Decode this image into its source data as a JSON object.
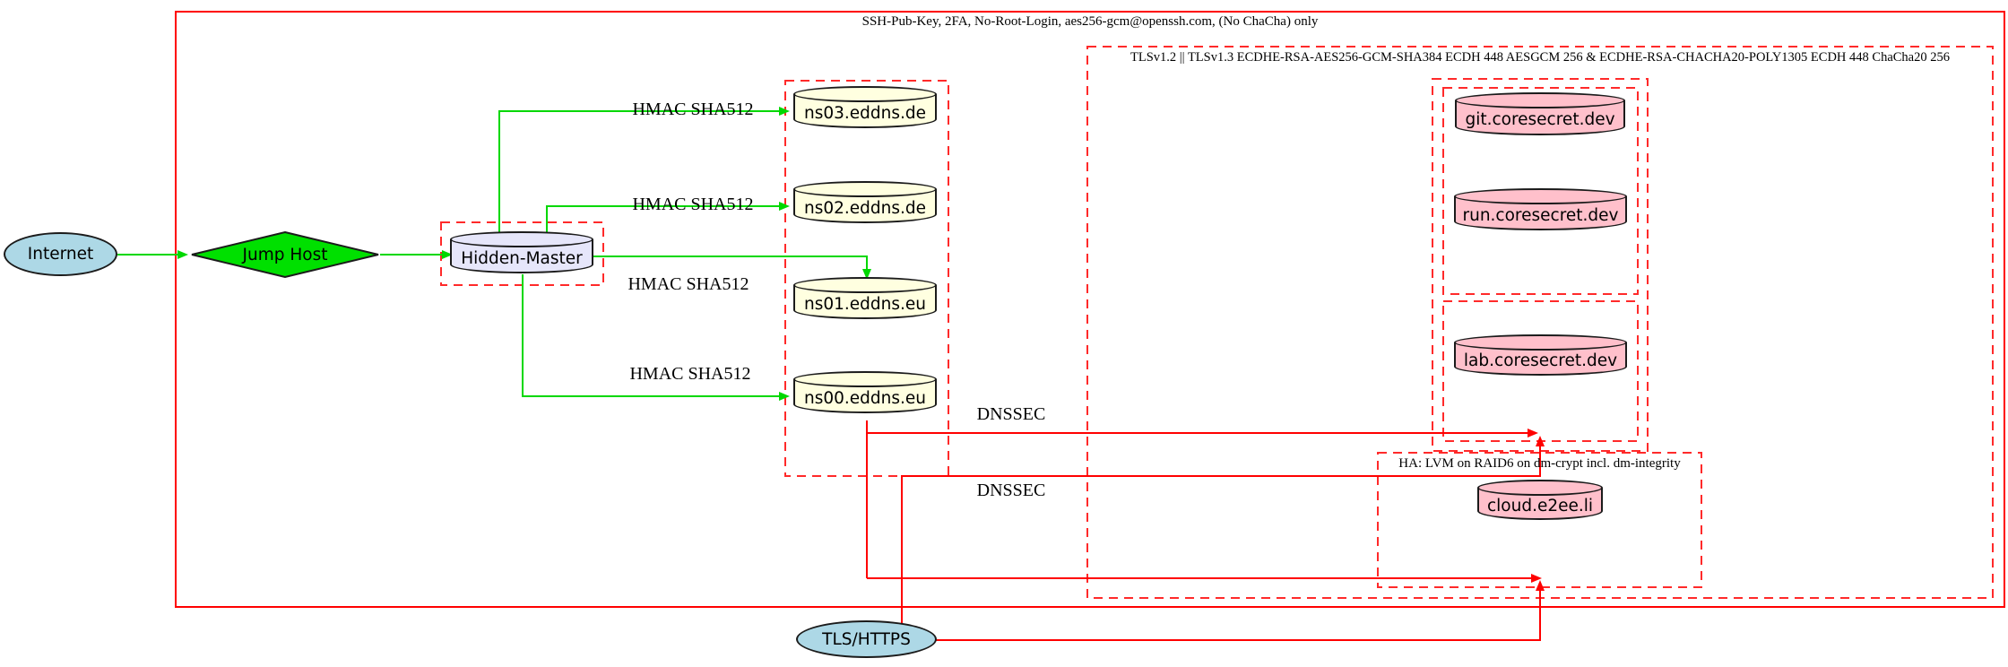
{
  "diagram": {
    "clusters": {
      "ssh": {
        "label": "SSH-Pub-Key, 2FA, No-Root-Login, aes256-gcm@openssh.com, (No ChaCha) only",
        "border": "solid-red"
      },
      "tls": {
        "label": "TLSv1.2 || TLSv1.3 ECDHE-RSA-AES256-GCM-SHA384 ECDH 448 AESGCM 256 & ECDHE-RSA-CHACHA20-POLY1305 ECDH 448 ChaCha20 256",
        "border": "dashed-red"
      },
      "hidden_master_box": {
        "label": "",
        "border": "dashed-red"
      },
      "nameserver_box": {
        "label": "",
        "border": "dashed-red"
      },
      "coresecret_outer": {
        "label": "",
        "border": "dashed-red"
      },
      "coresecret_git_run": {
        "label": "",
        "border": "dashed-red"
      },
      "coresecret_lab": {
        "label": "",
        "border": "dashed-red"
      },
      "ha": {
        "label": "HA: LVM on RAID6 on dm-crypt incl. dm-integrity",
        "border": "dashed-red"
      }
    },
    "nodes": {
      "internet": {
        "label": "Internet",
        "shape": "ellipse",
        "fill": "#add8e6"
      },
      "jump_host": {
        "label": "Jump Host",
        "shape": "diamond",
        "fill": "#00e000"
      },
      "hidden_master": {
        "label": "Hidden-Master",
        "shape": "cylinder",
        "fill": "#e6e6fa"
      },
      "ns03": {
        "label": "ns03.eddns.de",
        "shape": "cylinder",
        "fill": "#ffffe0"
      },
      "ns02": {
        "label": "ns02.eddns.de",
        "shape": "cylinder",
        "fill": "#ffffe0"
      },
      "ns01": {
        "label": "ns01.eddns.eu",
        "shape": "cylinder",
        "fill": "#ffffe0"
      },
      "ns00": {
        "label": "ns00.eddns.eu",
        "shape": "cylinder",
        "fill": "#ffffe0"
      },
      "git": {
        "label": "git.coresecret.dev",
        "shape": "cylinder",
        "fill": "#ffc0cb"
      },
      "run": {
        "label": "run.coresecret.dev",
        "shape": "cylinder",
        "fill": "#ffc0cb"
      },
      "lab": {
        "label": "lab.coresecret.dev",
        "shape": "cylinder",
        "fill": "#ffc0cb"
      },
      "cloud": {
        "label": "cloud.e2ee.li",
        "shape": "cylinder",
        "fill": "#ffc0cb"
      },
      "tls_https": {
        "label": "TLS/HTTPS",
        "shape": "ellipse",
        "fill": "#add8e6"
      }
    },
    "edge_labels": {
      "hmac1": "HMAC SHA512",
      "hmac2": "HMAC SHA512",
      "hmac3": "HMAC SHA512",
      "hmac4": "HMAC SHA512",
      "dnssec1": "DNSSEC",
      "dnssec2": "DNSSEC"
    },
    "edges": [
      {
        "from": "internet",
        "to": "jump_host",
        "color": "green",
        "label": ""
      },
      {
        "from": "jump_host",
        "to": "hidden_master_box",
        "color": "green",
        "label": ""
      },
      {
        "from": "hidden_master",
        "to": "ns03",
        "color": "green",
        "label": "HMAC SHA512"
      },
      {
        "from": "hidden_master",
        "to": "ns02",
        "color": "green",
        "label": "HMAC SHA512"
      },
      {
        "from": "hidden_master",
        "to": "ns01",
        "color": "green",
        "label": "HMAC SHA512"
      },
      {
        "from": "hidden_master",
        "to": "ns00",
        "color": "green",
        "label": "HMAC SHA512"
      },
      {
        "from": "ns00",
        "to": "coresecret_lab",
        "color": "red",
        "label": "DNSSEC"
      },
      {
        "from": "tls_https",
        "to": "coresecret_lab",
        "color": "red",
        "label": "DNSSEC"
      },
      {
        "from": "ns00",
        "to": "ha",
        "color": "red",
        "label": ""
      },
      {
        "from": "tls_https",
        "to": "ha",
        "color": "red",
        "label": ""
      }
    ],
    "colors": {
      "green_edge": "#00d800",
      "red_edge": "#ff0000",
      "dashed_border": "#ff2a2a",
      "node_border": "#1b1b1b"
    }
  }
}
